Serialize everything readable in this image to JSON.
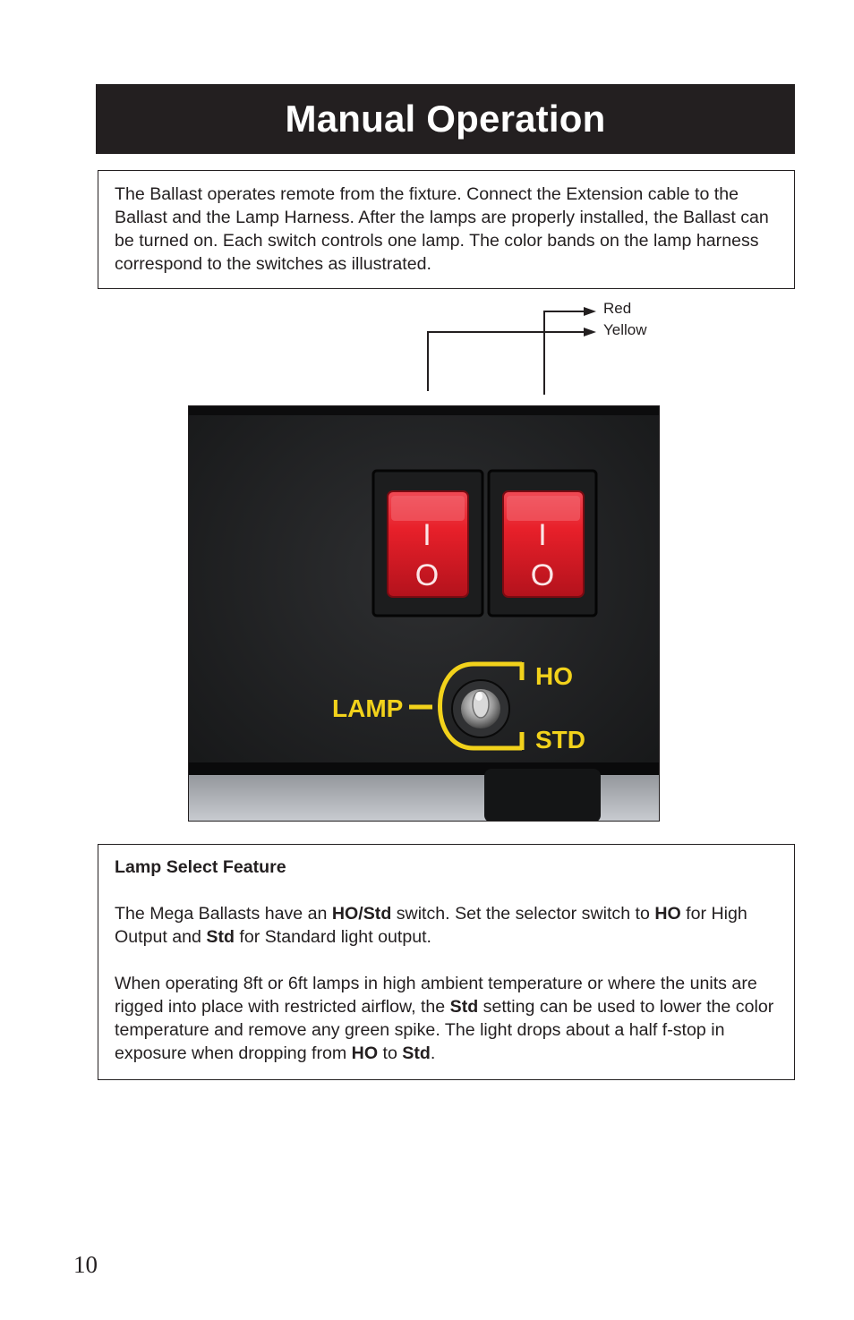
{
  "title": "Manual Operation",
  "intro": {
    "text": "The Ballast operates remote from the fixture.  Connect the Extension cable to the Ballast and the Lamp Harness.  After the lamps are properly installed, the Ballast can be turned on.  Each switch controls one lamp.  The color bands on the lamp harness correspond to the switches as illustrated."
  },
  "diagram": {
    "label_red": "Red",
    "label_yellow": "Yellow"
  },
  "photo": {
    "switch_on_symbol": "I",
    "switch_off_symbol": "O",
    "lamp_label": "LAMP",
    "ho_label": "HO",
    "std_label": "STD",
    "switch_color": "#e8202a",
    "label_color": "#f2d21b"
  },
  "feature": {
    "heading": "Lamp Select Feature",
    "p1": {
      "a": "The Mega Ballasts have an ",
      "b": "HO/Std",
      "c": " switch.  Set the selector switch to ",
      "d": "HO",
      "e": " for High Output and ",
      "f": "Std",
      "g": " for Standard light output."
    },
    "p2": {
      "a": "When operating 8ft or 6ft lamps in high ambient temperature or where the units are rigged into place with restricted airflow, the ",
      "b": "Std",
      "c": " setting can be used to lower the color temperature and remove any green spike.  The light drops about a half f-stop in exposure when dropping from ",
      "d": "HO",
      "e": " to ",
      "f": "Std",
      "g": "."
    }
  },
  "page_number": "10"
}
